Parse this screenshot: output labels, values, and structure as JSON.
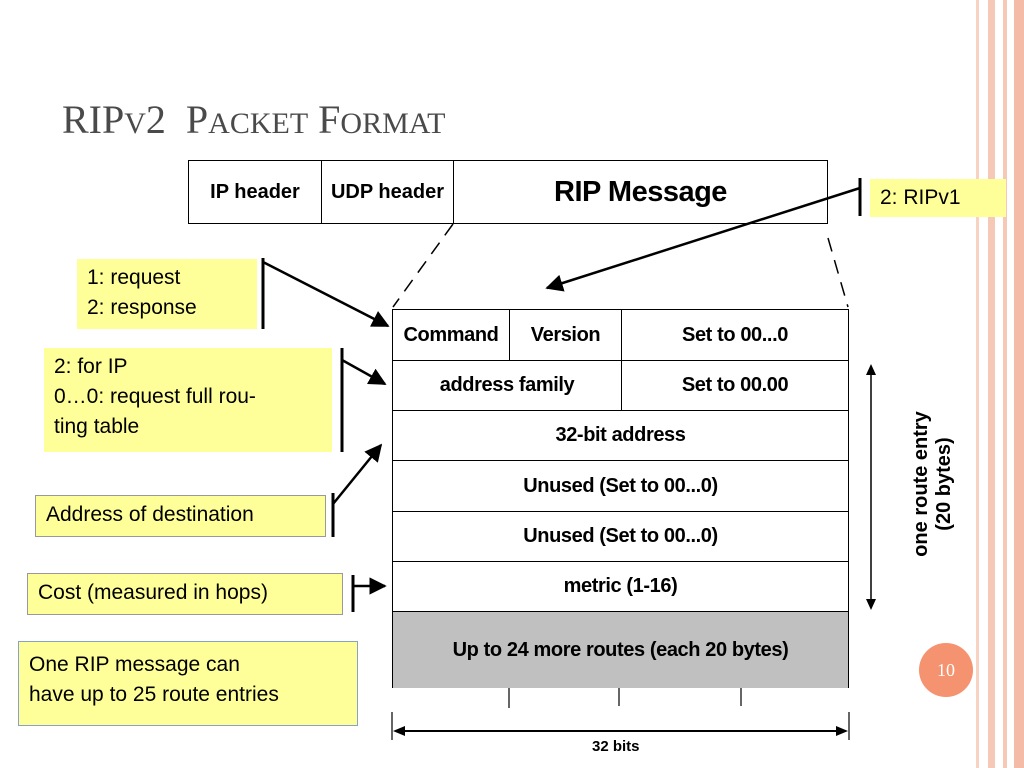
{
  "slide": {
    "title_big_1": "RIP",
    "title_sc_1": "V",
    "title_big_2": "2  P",
    "title_sc_2": "ACKET",
    "title_big_3": " F",
    "title_sc_3": "ORMAT",
    "page_number": "10"
  },
  "header_strip": {
    "ip_header": "IP header",
    "udp_header": "UDP header",
    "rip_message": "RIP Message"
  },
  "packet": {
    "command": "Command",
    "version": "Version",
    "set_zero_1": "Set to 00...0",
    "address_family": "address family",
    "set_zero_2": "Set to 00.00",
    "address_32": "32-bit address",
    "unused_1": "Unused (Set to 00...0)",
    "unused_2": "Unused (Set to 00...0)",
    "metric": "metric (1-16)",
    "more_routes": "Up to 24 more routes (each 20 bytes)",
    "width_label": "32 bits",
    "route_entry_line1": "one route entry",
    "route_entry_line2": "(20 bytes)"
  },
  "notes": {
    "ripv1": "2: RIPv1",
    "cmd_line1": "1: request",
    "cmd_line2": "2: response",
    "af_line1": "2: for IP",
    "af_line2": "0…0:  request full rou-",
    "af_line3": "ting table",
    "destination": "Address of destination",
    "cost": "Cost (measured in hops)",
    "summary_line1": "One RIP message  can",
    "summary_line2": "have up to 25 route entries"
  },
  "colors": {
    "note_fill": "#ffff99",
    "more_routes_fill": "#c0c0c0",
    "page_badge": "#f5926f",
    "stripe": "#f6c9b6"
  }
}
